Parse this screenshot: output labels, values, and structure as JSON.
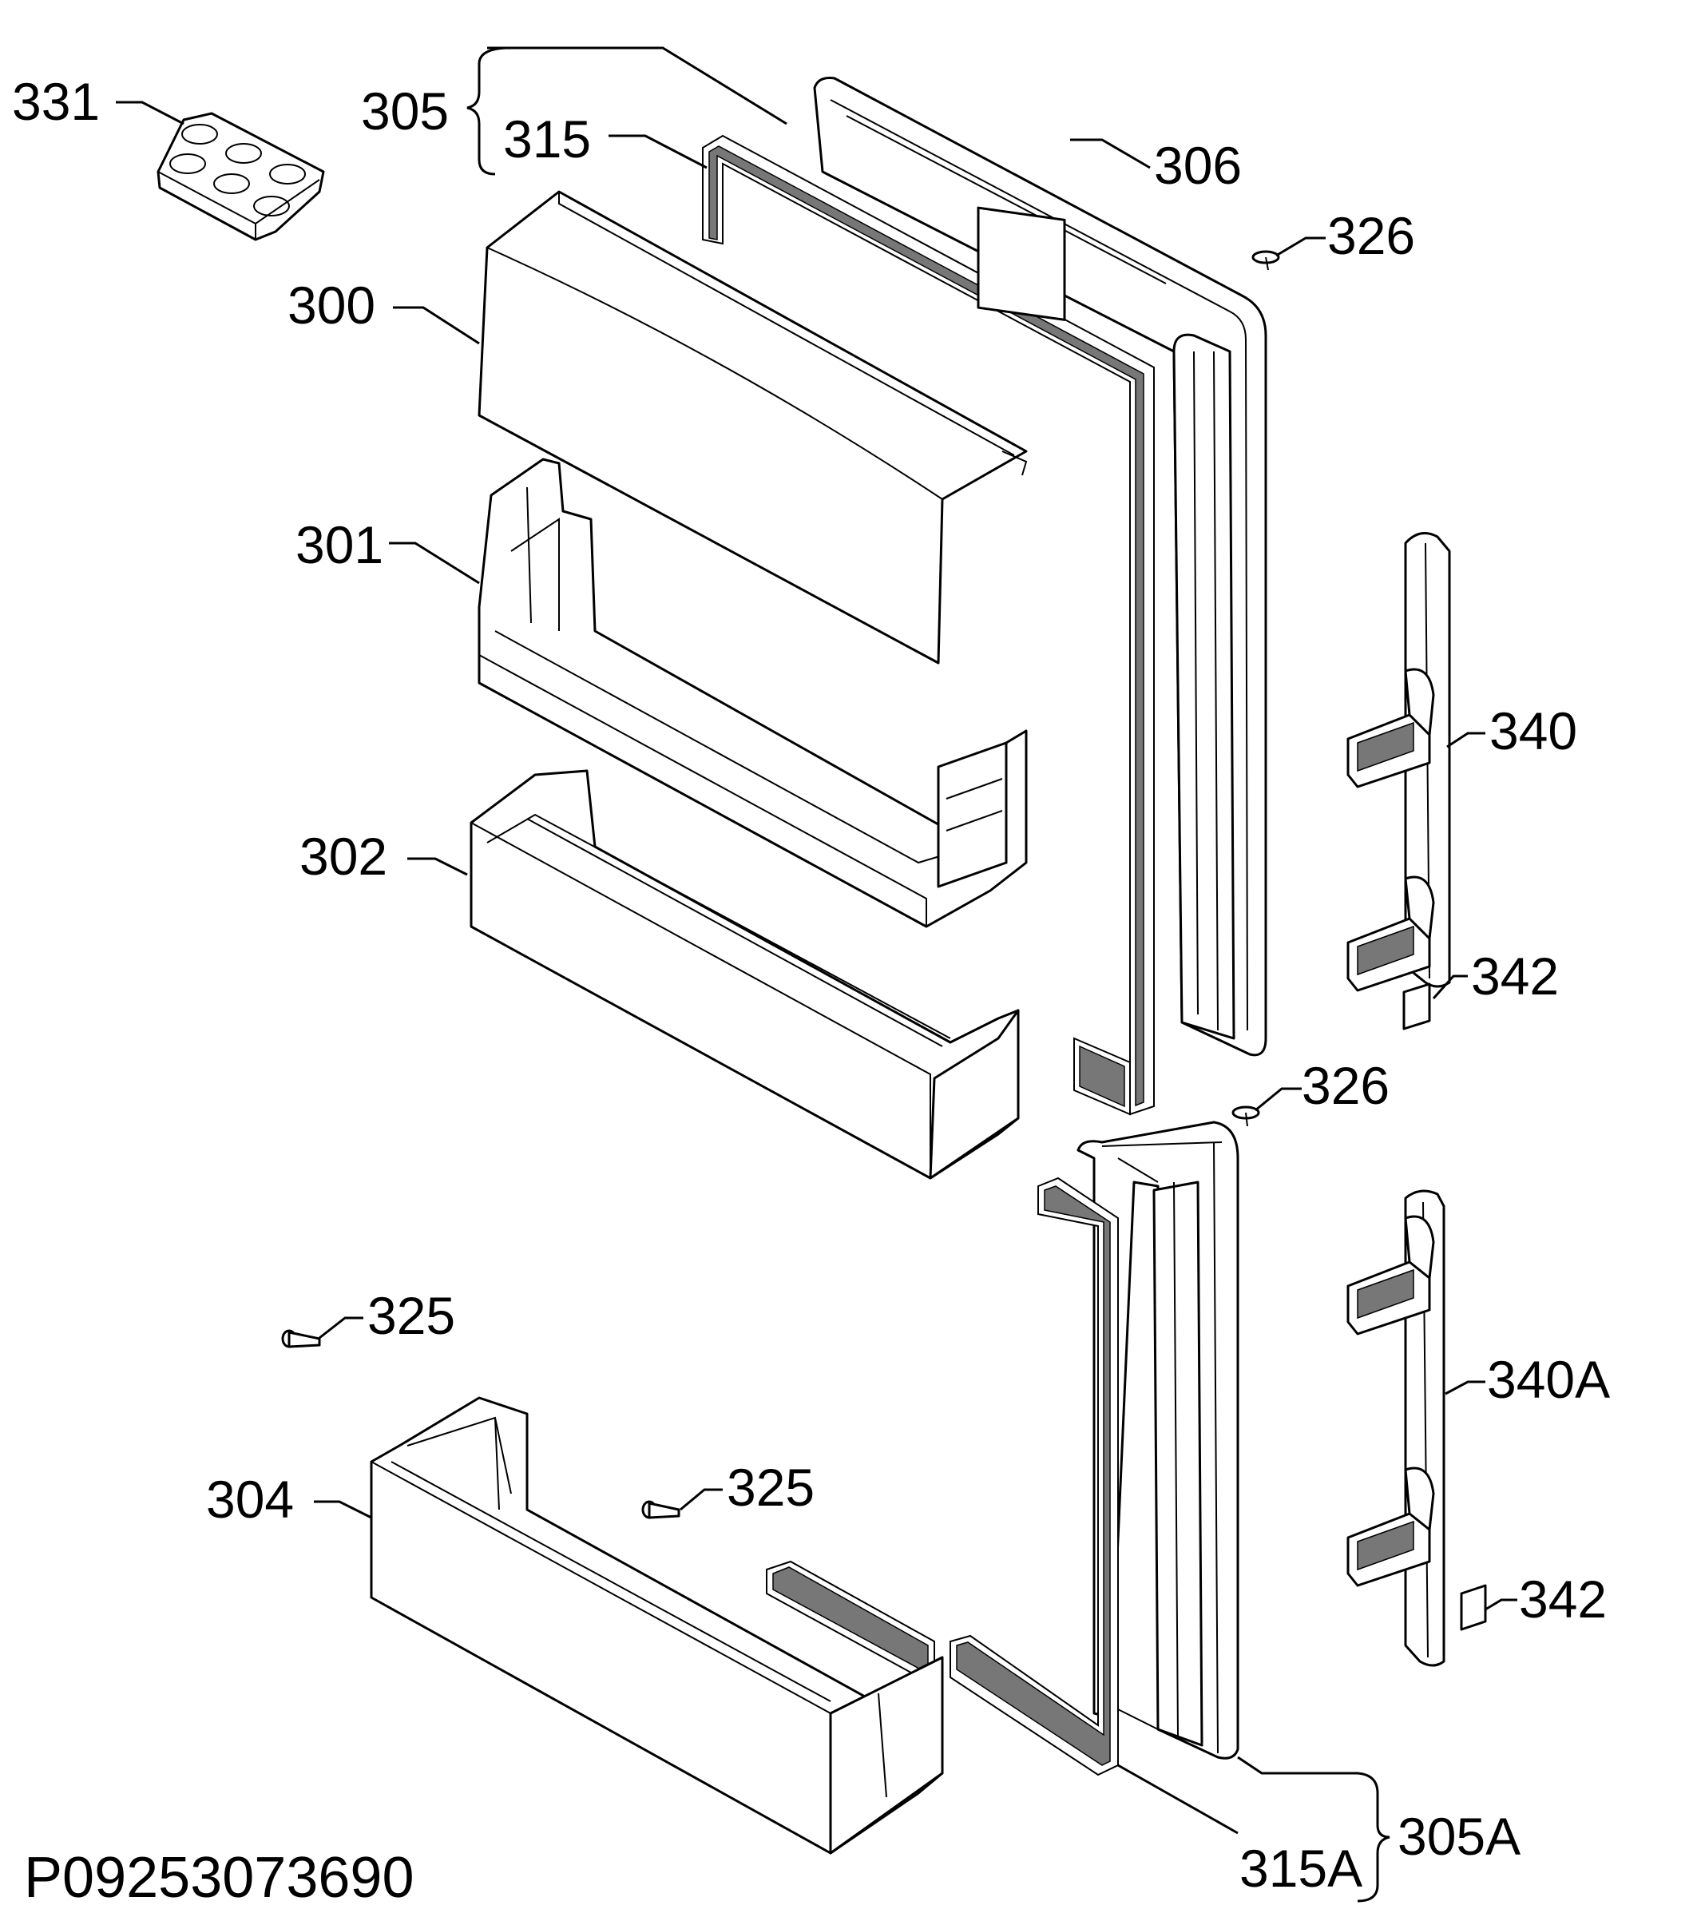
{
  "diagram_code": "P09253073690",
  "labels": {
    "l331": "331",
    "l305": "305",
    "l315": "315",
    "l306": "306",
    "l326a": "326",
    "l300": "300",
    "l301": "301",
    "l340": "340",
    "l302": "302",
    "l342a": "342",
    "l326b": "326",
    "l325a": "325",
    "l340A": "340A",
    "l304": "304",
    "l325b": "325",
    "l342b": "342",
    "l305A": "305A",
    "l315A": "315A"
  }
}
